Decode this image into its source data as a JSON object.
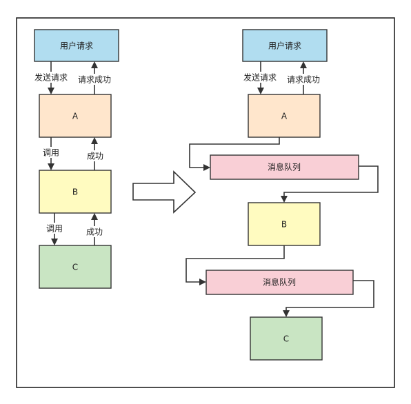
{
  "left": {
    "request": "用户请求",
    "a": "A",
    "b": "B",
    "c": "C",
    "labels": {
      "send_request": "发送请求",
      "request_success": "请求成功",
      "call_ab": "调用",
      "success_ba": "成功",
      "call_bc": "调用",
      "success_cb": "成功"
    }
  },
  "right": {
    "request": "用户请求",
    "a": "A",
    "queue1": "消息队列",
    "b": "B",
    "queue2": "消息队列",
    "c": "C",
    "labels": {
      "send_request": "发送请求",
      "request_success": "请求成功"
    }
  },
  "colors": {
    "request_fill": "#b1ddf0",
    "a_fill": "#ffe6cc",
    "b_fill": "#fffbc0",
    "c_fill": "#c9e5c3",
    "queue_fill": "#f9cfd6",
    "frame": "#222222"
  }
}
